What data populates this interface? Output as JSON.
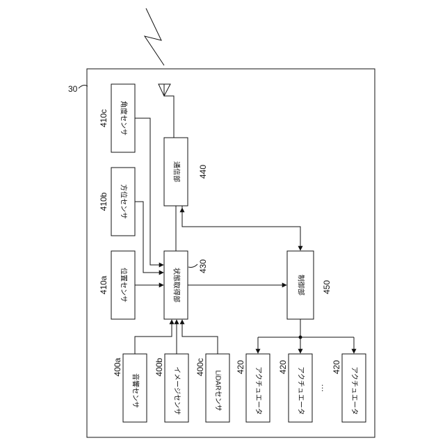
{
  "device": {
    "ref": "30"
  },
  "blocks": {
    "angle_sensor": {
      "label": "角度センサ",
      "ref": "410c"
    },
    "direction_sensor": {
      "label": "方位センサ",
      "ref": "410b"
    },
    "position_sensor": {
      "label": "位置センサ",
      "ref": "410a"
    },
    "communication_unit": {
      "label": "通信部",
      "ref": "440"
    },
    "state_acquisition": {
      "label": "状態取得部",
      "ref": "430"
    },
    "control_unit": {
      "label": "制御部",
      "ref": "450"
    },
    "acoustic_sensor": {
      "label": "音響センサ",
      "ref": "400a"
    },
    "image_sensor": {
      "label": "イメージセンサ",
      "ref": "400b"
    },
    "lidar_sensor": {
      "label": "LiDARセンサ",
      "ref": "400c"
    },
    "actuator_1": {
      "label": "アクチュエータ",
      "ref": "420"
    },
    "actuator_2": {
      "label": "アクチュエータ",
      "ref": "420"
    },
    "actuator_n": {
      "label": "アクチュエータ",
      "ref": "420"
    }
  },
  "ellipsis": "…"
}
